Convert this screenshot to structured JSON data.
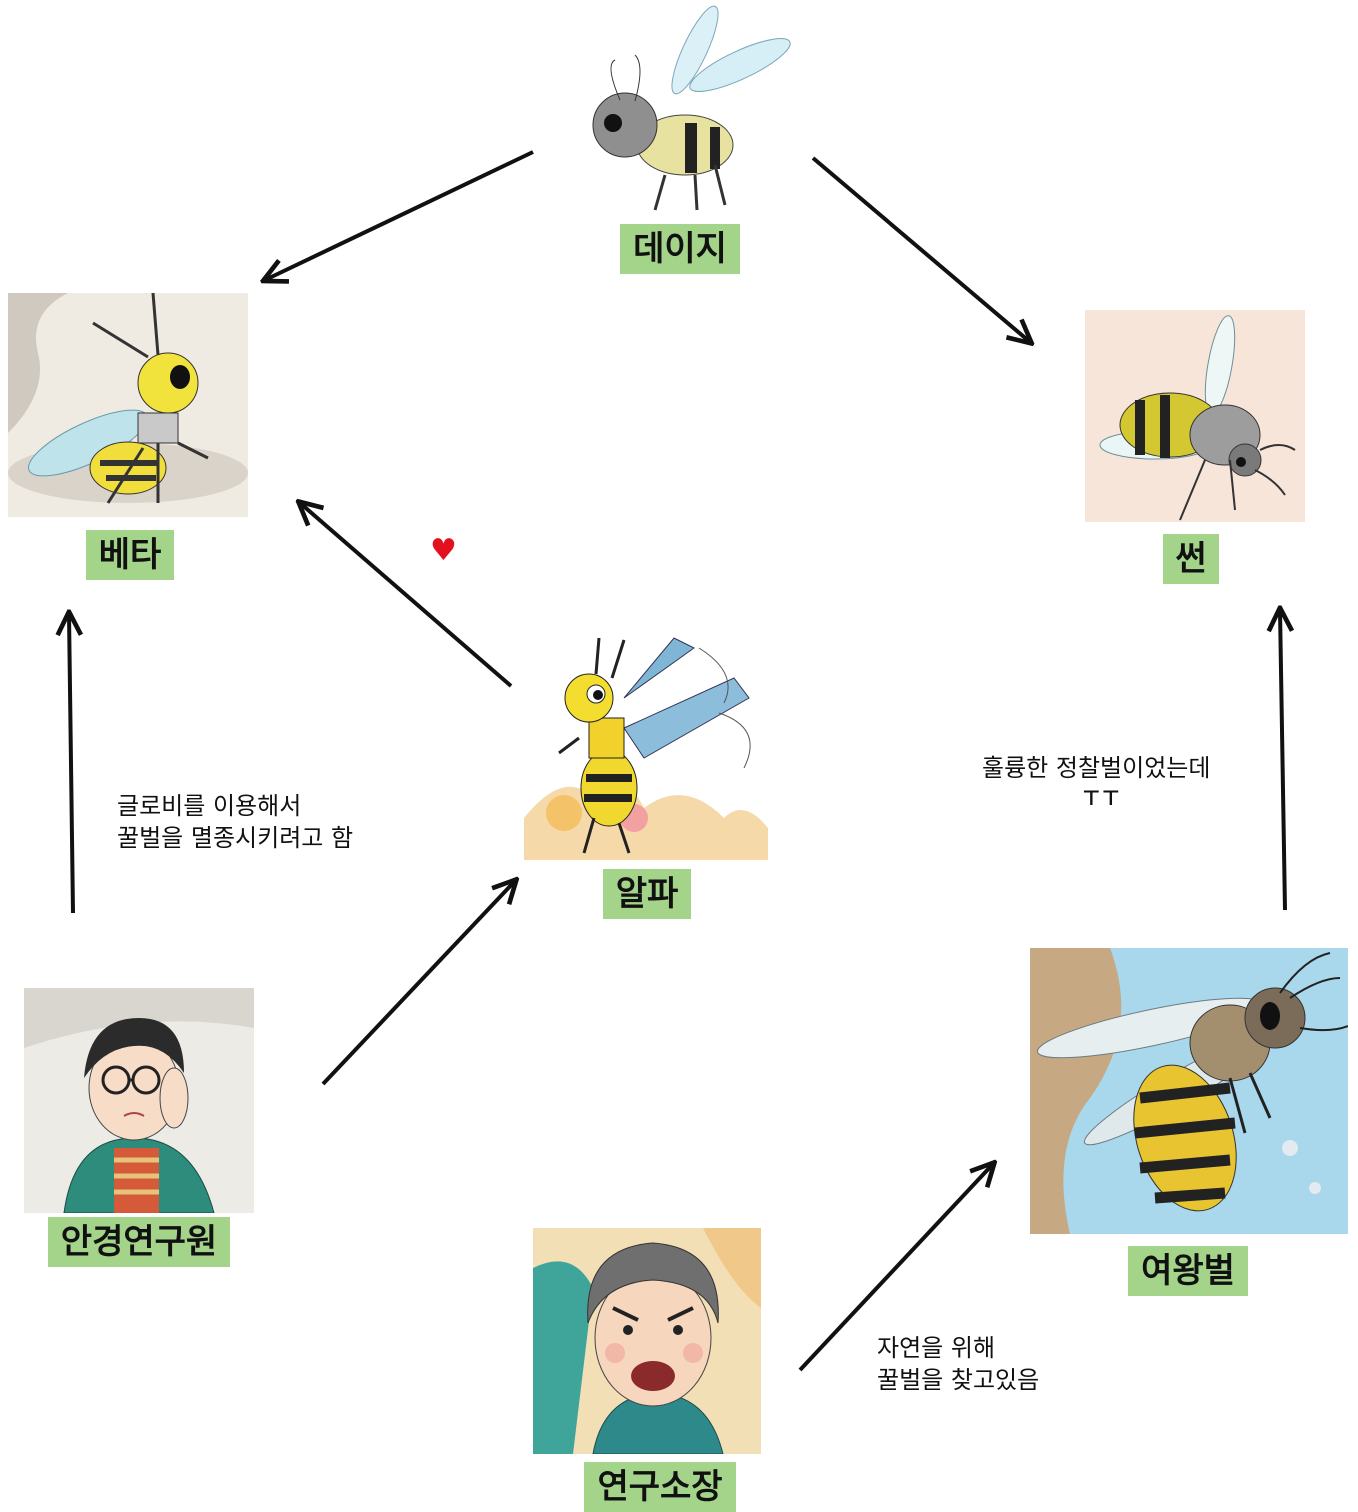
{
  "nodes": {
    "daisy": {
      "label": "데이지"
    },
    "beta": {
      "label": "베타"
    },
    "sun": {
      "label": "썬"
    },
    "alpha": {
      "label": "알파"
    },
    "researcher": {
      "label": "안경연구원"
    },
    "queen": {
      "label": "여왕벌"
    },
    "director": {
      "label": "연구소장"
    }
  },
  "notes": {
    "researcher_to_beta": {
      "line1": "글로비를 이용해서",
      "line2": "꿀벌을 멸종시키려고 함"
    },
    "queen_to_sun": {
      "line1": "훌륭한 정찰벌이었는데",
      "line2": "T.T"
    },
    "director_to_queen": {
      "line1": "자연을 위해",
      "line2": "꿀벌을 찾고있음"
    }
  },
  "relations": [
    {
      "from": "데이지",
      "to": "베타"
    },
    {
      "from": "데이지",
      "to": "썬"
    },
    {
      "from": "알파",
      "to": "베타",
      "mark": "♥"
    },
    {
      "from": "안경연구원",
      "to": "베타"
    },
    {
      "from": "안경연구원",
      "to": "알파"
    },
    {
      "from": "여왕벌",
      "to": "썬"
    },
    {
      "from": "연구소장",
      "to": "여왕벌"
    }
  ],
  "heart_symbol": "♥",
  "colors": {
    "label_bg": "#a3d48a",
    "heart": "#e3101e",
    "arrow": "#111111"
  }
}
